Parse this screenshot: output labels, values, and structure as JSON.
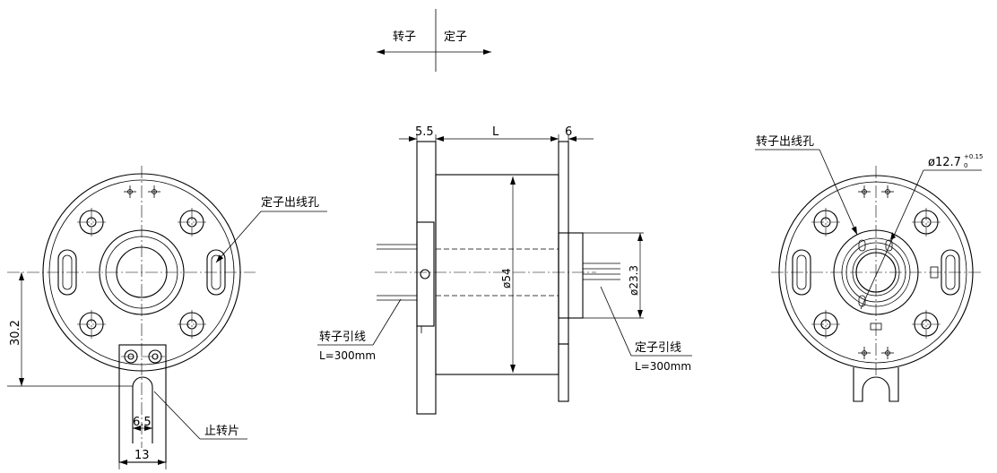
{
  "legend": {
    "rotor": "转子",
    "stator": "定子"
  },
  "dims": {
    "d55": "5.5",
    "dL": "L",
    "d6": "6",
    "d54": "ø54",
    "d233": "ø23.3",
    "d302": "30.2",
    "d65": "6.5",
    "d13": "13",
    "d127": "ø12.7",
    "d127_tol_upper": "+0.15",
    "d127_tol_lower": "0"
  },
  "labels": {
    "stator_hole_left": "定子出线孔",
    "stop_tab": "止转片",
    "rotor_lead": "转子引线",
    "rotor_lead_len": "L=300mm",
    "stator_lead": "定子引线",
    "stator_lead_len": "L=300mm",
    "rotor_hole_right": "转子出线孔"
  }
}
